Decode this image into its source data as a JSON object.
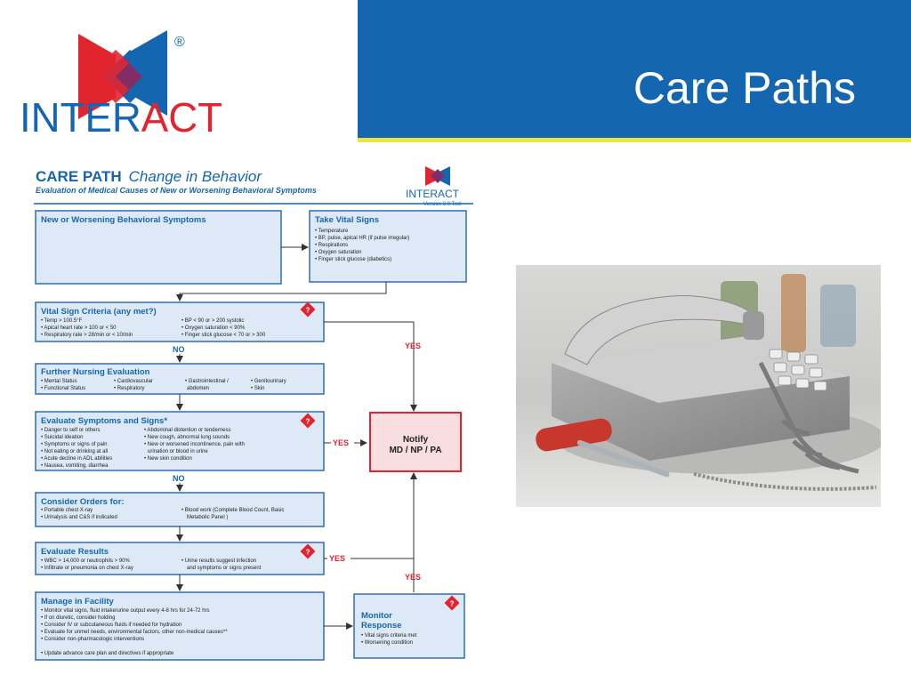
{
  "logo": {
    "text_a": "INTER",
    "text_b": "ACT",
    "reg": "®"
  },
  "title": "Care Paths",
  "flow": {
    "heading": "CARE PATH",
    "heading2": "Change in Behavior",
    "subheading": "Evaluation of Medical Causes of New or Worsening Behavioral Symptoms",
    "mini_logo": "INTERACT",
    "version": "Version 3.0 Tool",
    "yes": "YES",
    "no": "NO",
    "b1": {
      "title": "New or Worsening Behavioral Symptoms"
    },
    "b2": {
      "title": "Take Vital Signs",
      "lines": [
        "• Temperature",
        "• BP, pulse, apical HR (if pulse irregular)",
        "• Respirations",
        "• Oxygen saturation",
        "• Finger stick glucose (diabetics)"
      ]
    },
    "b3": {
      "title": "Vital Sign Criteria (any met?)",
      "col1": [
        "• Temp > 100.5°F",
        "• Apical heart rate > 100 or < 50",
        "• Respiratory rate > 28/min or < 10/min"
      ],
      "col2": [
        "• BP < 90 or > 200 systolic",
        "• Oxygen saturation < 90%",
        "• Finger stick glucose < 70 or > 300"
      ]
    },
    "b4": {
      "title": "Further Nursing Evaluation",
      "items": [
        "• Mental Status",
        "• Cardiovascular",
        "• Gastrointestinal /",
        "• Genitourinary",
        "• Functional Status",
        "• Respiratory",
        "abdomen",
        "• Skin"
      ]
    },
    "b5": {
      "title": "Evaluate Symptoms and Signs*",
      "col1": [
        "• Danger to self or others",
        "• Suicidal ideation",
        "• Symptoms or signs of pain",
        "• Not eating or drinking at all",
        "• Acute decline in ADL abilities",
        "• Nausea, vomiting, diarrhea"
      ],
      "col2": [
        "• Abdominal distention or tenderness",
        "• New cough, abnormal lung sounds",
        "• New or worsened incontinence, pain with",
        "urination or blood in urine",
        "• New skin condition"
      ]
    },
    "b6": {
      "title": "Consider Orders for:",
      "col1": [
        "• Portable chest X-ray",
        "• Urinalysis and C&S if indicated"
      ],
      "col2": [
        "• Blood work (Complete Blood Count, Basic",
        "Metabolic Panel )"
      ]
    },
    "b7": {
      "title": "Evaluate Results",
      "col1": [
        "• WBC > 14,000 or neutrophils > 90%",
        "• Infiltrate or pneumonia on chest X-ray"
      ],
      "col2": [
        "• Urine results suggest infection",
        "and symptoms or signs present"
      ]
    },
    "b8": {
      "title": "Manage in Facility",
      "lines": [
        "• Monitor vital signs, fluid intake/urine output every 4-8 hrs for 24-72 hrs",
        "• If on diuretic, consider holding",
        "• Consider IV or subcutaneous fluids if needed for hydration",
        "• Evaluate for unmet needs, environmental factors, other non-medical causes**",
        "• Consider non-pharmacologic interventions",
        "• Update advance care plan and directives if appropriate"
      ]
    },
    "b9": {
      "title": "Monitor",
      "title2": "Response",
      "lines": [
        "• Vital signs criteria met",
        "• Worsening condition"
      ]
    },
    "notify": {
      "line1": "Notify",
      "line2": "MD / NP / PA"
    }
  },
  "colors": {
    "blue": "#1566b0",
    "red": "#e1252f",
    "yellow": "#f0e23c",
    "box_fill": "#dde9f7",
    "box_border": "#2f6db5"
  }
}
